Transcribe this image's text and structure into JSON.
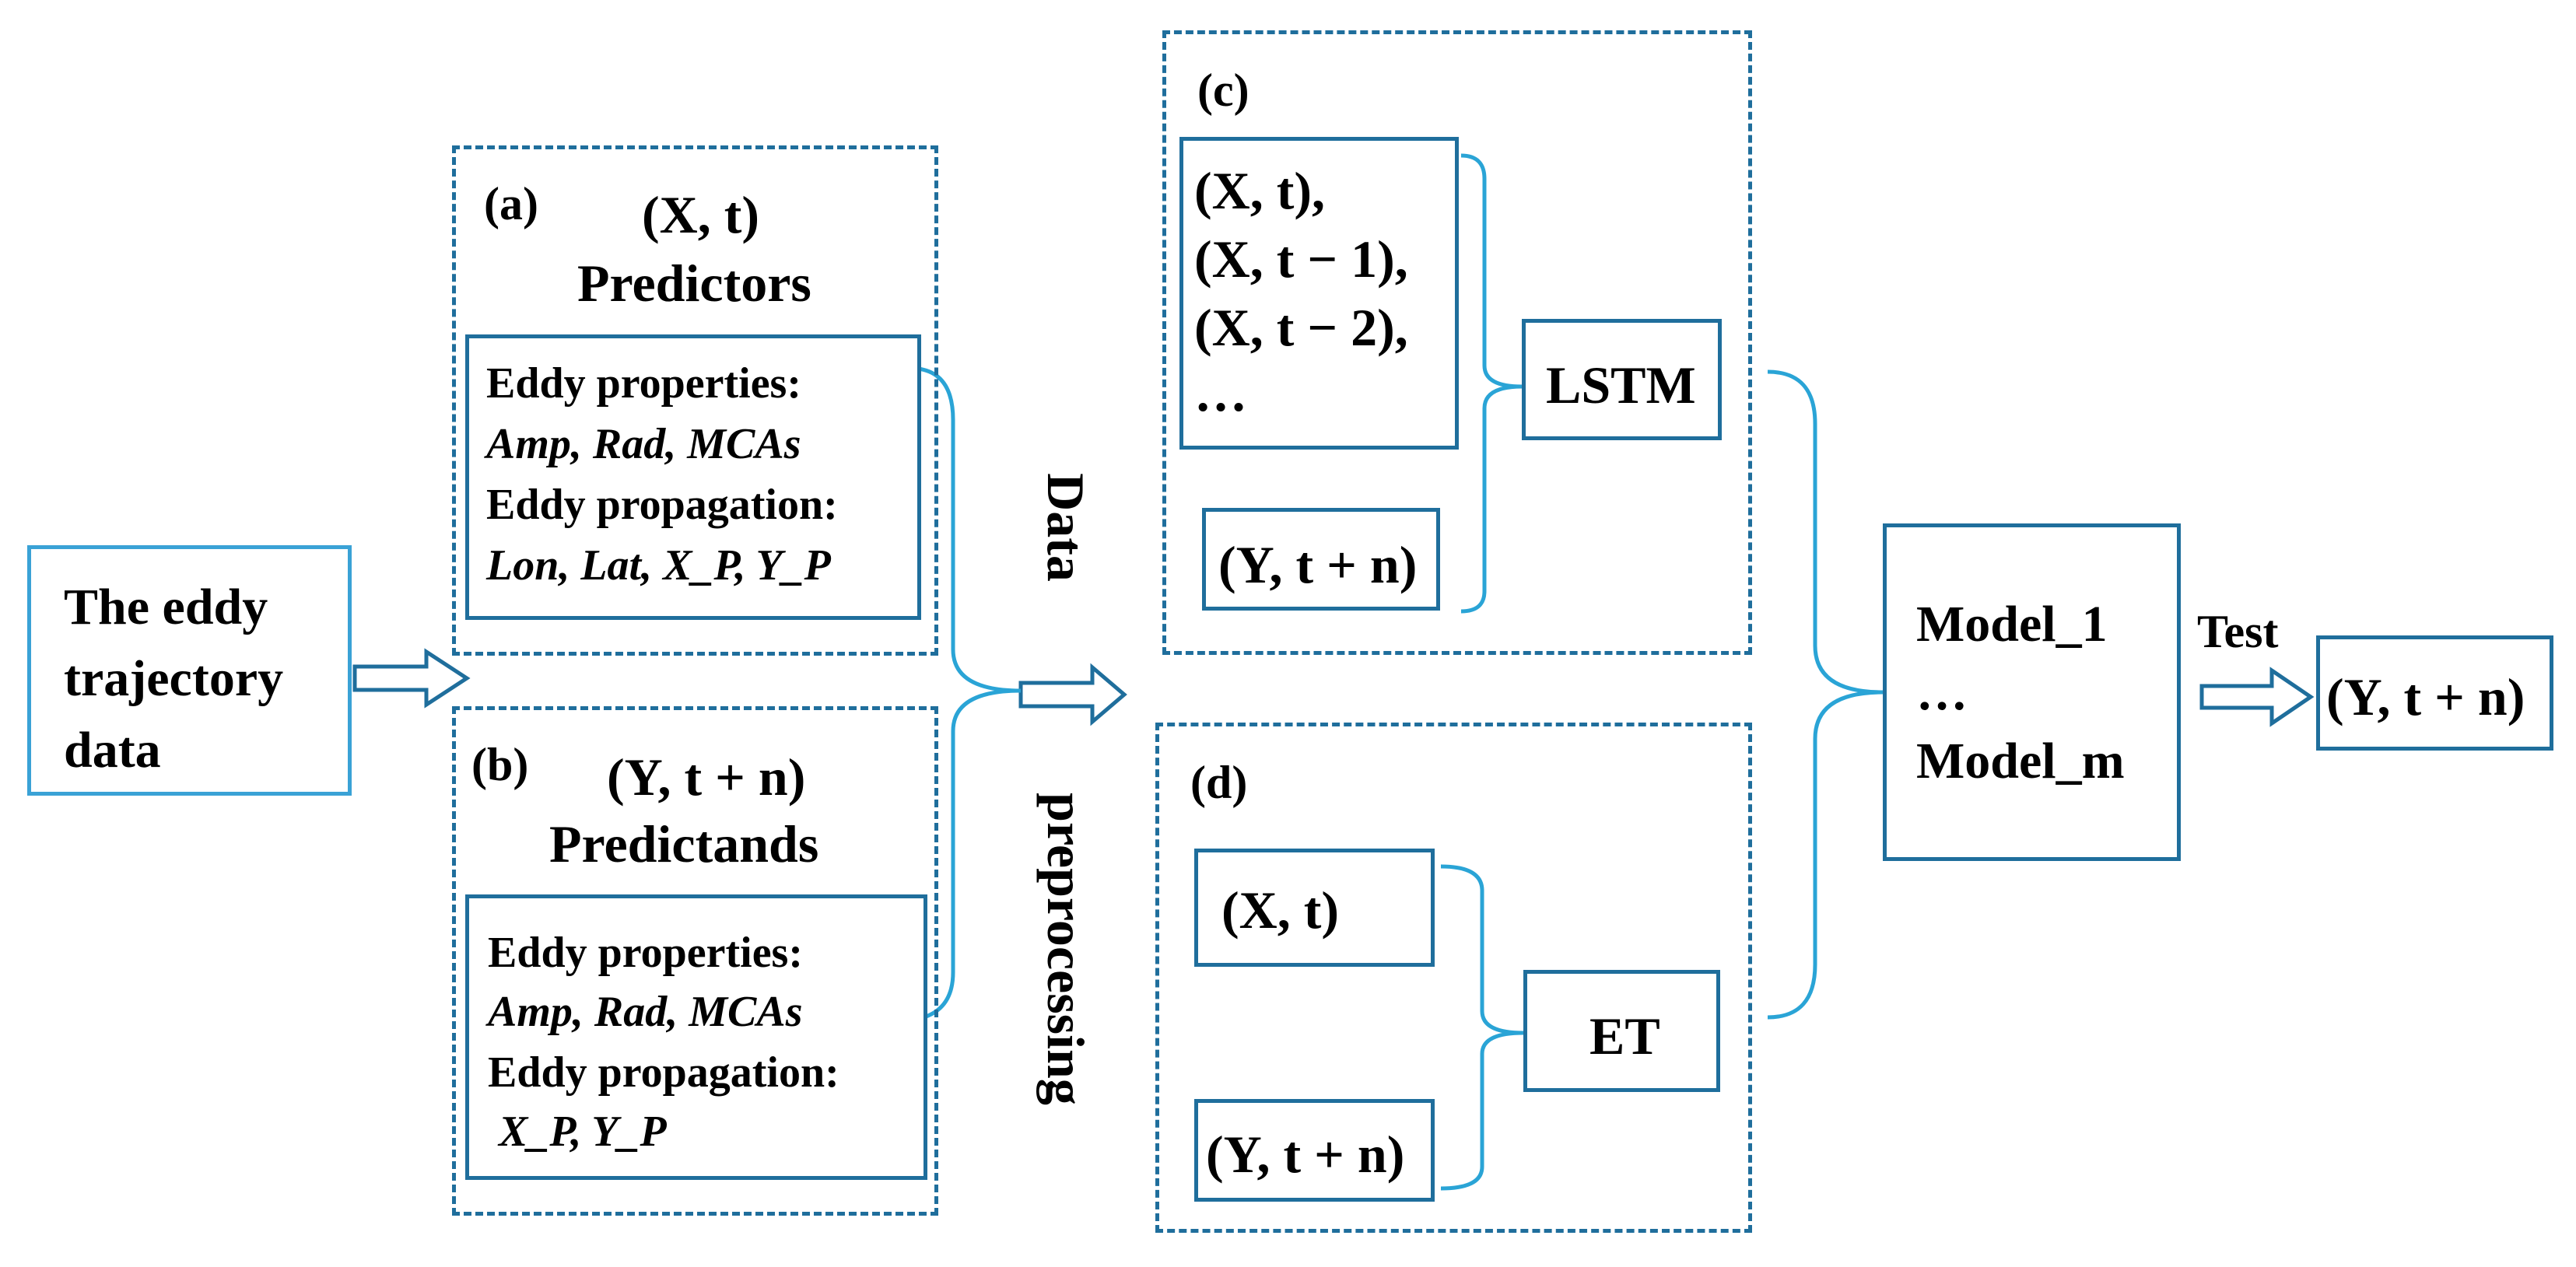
{
  "source_box": {
    "line1": "The eddy",
    "line2": "trajectory",
    "line3": "data"
  },
  "panel_a": {
    "label": "(a)",
    "var": "(X, t)",
    "title": "Predictors",
    "props_heading": "Eddy properties:",
    "props_list": "Amp, Rad, MCAs",
    "prop_heading": "Eddy propagation:",
    "prop_list": "Lon, Lat, X_P, Y_P"
  },
  "panel_b": {
    "label": "(b)",
    "var": "(Y, t + n)",
    "title": "Predictands",
    "props_heading": "Eddy properties:",
    "props_list": "Amp, Rad, MCAs",
    "prop_heading": "Eddy propagation:",
    "prop_list": " X_P, Y_P"
  },
  "preprocess": {
    "word1": "Data",
    "word2": "preprocessing"
  },
  "panel_c": {
    "label": "(c)",
    "inputs": [
      "(X, t),",
      "(X, t − 1),",
      "(X, t − 2),",
      "…"
    ],
    "target": "(Y, t + n)",
    "model": "LSTM"
  },
  "panel_d": {
    "label": "(d)",
    "input": "(X, t)",
    "target": "(Y, t + n)",
    "model": "ET"
  },
  "models_box": {
    "line1": "Model_1",
    "line2": "…",
    "line3": "Model_m"
  },
  "test": {
    "label": "Test",
    "output": "(Y, t + n)"
  },
  "colors": {
    "frame": "#1f6e9c",
    "connector": "#2aa4d6",
    "source_border": "#3aa2d6"
  },
  "icons": [
    "right-hollow-arrow-icon",
    "curly-brace-icon"
  ]
}
